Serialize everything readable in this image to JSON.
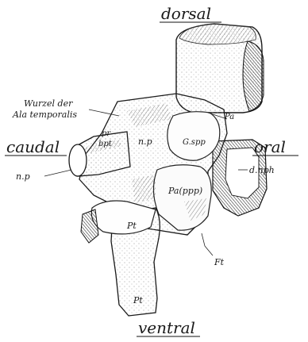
{
  "orientation": {
    "dorsal": "dorsal",
    "caudal": "caudal",
    "oral": "oral",
    "ventral": "ventral"
  },
  "labels": {
    "wurzel_line1": "Wurzel der",
    "wurzel_line2": "Ala temporalis",
    "pr": "pr",
    "bpt": "bpt",
    "np_left": "n.p",
    "np_mid": "n.p",
    "g_spp": "G.spp",
    "pa_top": "Pa",
    "d_nph": "d.nph",
    "pa_ppp": "Pa(ppp)",
    "pt_upper": "Pt",
    "pt_lower": "Pt",
    "ft": "Ft"
  }
}
